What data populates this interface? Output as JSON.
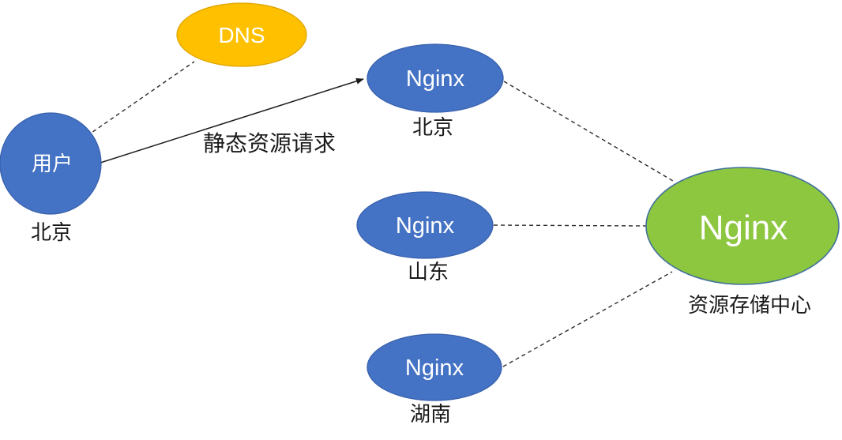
{
  "diagram": {
    "title_hint": "Nginx static resource CDN architecture diagram",
    "colors": {
      "node_blue": "#4472C4",
      "node_blue_border": "#3A62AE",
      "node_gold": "#FFC000",
      "node_gold_border": "#DFA400",
      "node_green": "#8DC63F",
      "node_green_border": "#41719C",
      "edge_color": "#2b2b2b",
      "text_dark": "#1a1a1a",
      "text_light": "#ffffff"
    },
    "nodes": {
      "user": {
        "label": "用户",
        "caption": "北京",
        "fill": "#4472C4",
        "shape": "circle"
      },
      "dns": {
        "label": "DNS",
        "caption": "",
        "fill": "#FFC000",
        "shape": "ellipse"
      },
      "nginx_beijing": {
        "label": "Nginx",
        "caption": "北京",
        "fill": "#4472C4",
        "shape": "ellipse"
      },
      "nginx_shandong": {
        "label": "Nginx",
        "caption": "山东",
        "fill": "#4472C4",
        "shape": "ellipse"
      },
      "nginx_hunan": {
        "label": "Nginx",
        "caption": "湖南",
        "fill": "#4472C4",
        "shape": "ellipse"
      },
      "storage_center": {
        "label": "Nginx",
        "caption": "资源存储中心",
        "fill": "#8DC63F",
        "shape": "ellipse"
      }
    },
    "edges": {
      "user_to_dns": {
        "from": "user",
        "to": "dns",
        "style": "dashed",
        "label": ""
      },
      "user_to_nginx_beijing": {
        "from": "user",
        "to": "nginx_beijing",
        "style": "solid-arrow",
        "label": "静态资源请求"
      },
      "nginx_beijing_to_storage": {
        "from": "nginx_beijing",
        "to": "storage_center",
        "style": "dashed",
        "label": ""
      },
      "nginx_shandong_to_storage": {
        "from": "nginx_shandong",
        "to": "storage_center",
        "style": "dashed",
        "label": ""
      },
      "nginx_hunan_to_storage": {
        "from": "nginx_hunan",
        "to": "storage_center",
        "style": "dashed",
        "label": ""
      }
    }
  }
}
